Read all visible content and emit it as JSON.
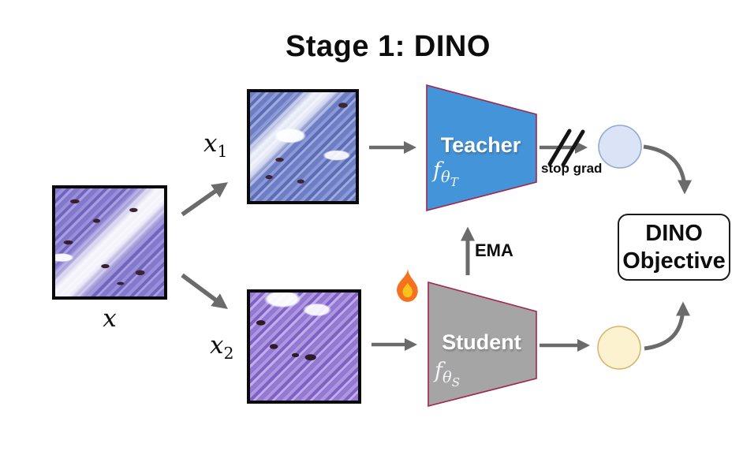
{
  "title": "Stage 1: DINO",
  "input_image": {
    "label": "x"
  },
  "views": [
    {
      "label_base": "x",
      "label_sub": "1"
    },
    {
      "label_base": "x",
      "label_sub": "2"
    }
  ],
  "teacher": {
    "name": "Teacher",
    "fn": {
      "base": "f",
      "sub": "θ",
      "subsub": "T"
    }
  },
  "student": {
    "name": "Student",
    "fn": {
      "base": "f",
      "sub": "θ",
      "subsub": "S"
    }
  },
  "ema": {
    "label": "EMA"
  },
  "stop_grad": {
    "label": "stop grad"
  },
  "objective": {
    "line1": "DINO",
    "line2": "Objective"
  },
  "icons": {
    "fire": "🔥"
  },
  "colors": {
    "teacher_fill": "#4494da",
    "student_fill": "#a5a5a5",
    "encoder_border": "#a3254a",
    "arrow_gray": "#6b6b6b",
    "slash_black": "#151515",
    "teacher_output_fill": "#dbe4f6",
    "teacher_output_border": "#94a9cf",
    "student_output_fill": "#fdf2d0",
    "student_output_border": "#d5b66d",
    "image_border": "#0a0a0a"
  }
}
